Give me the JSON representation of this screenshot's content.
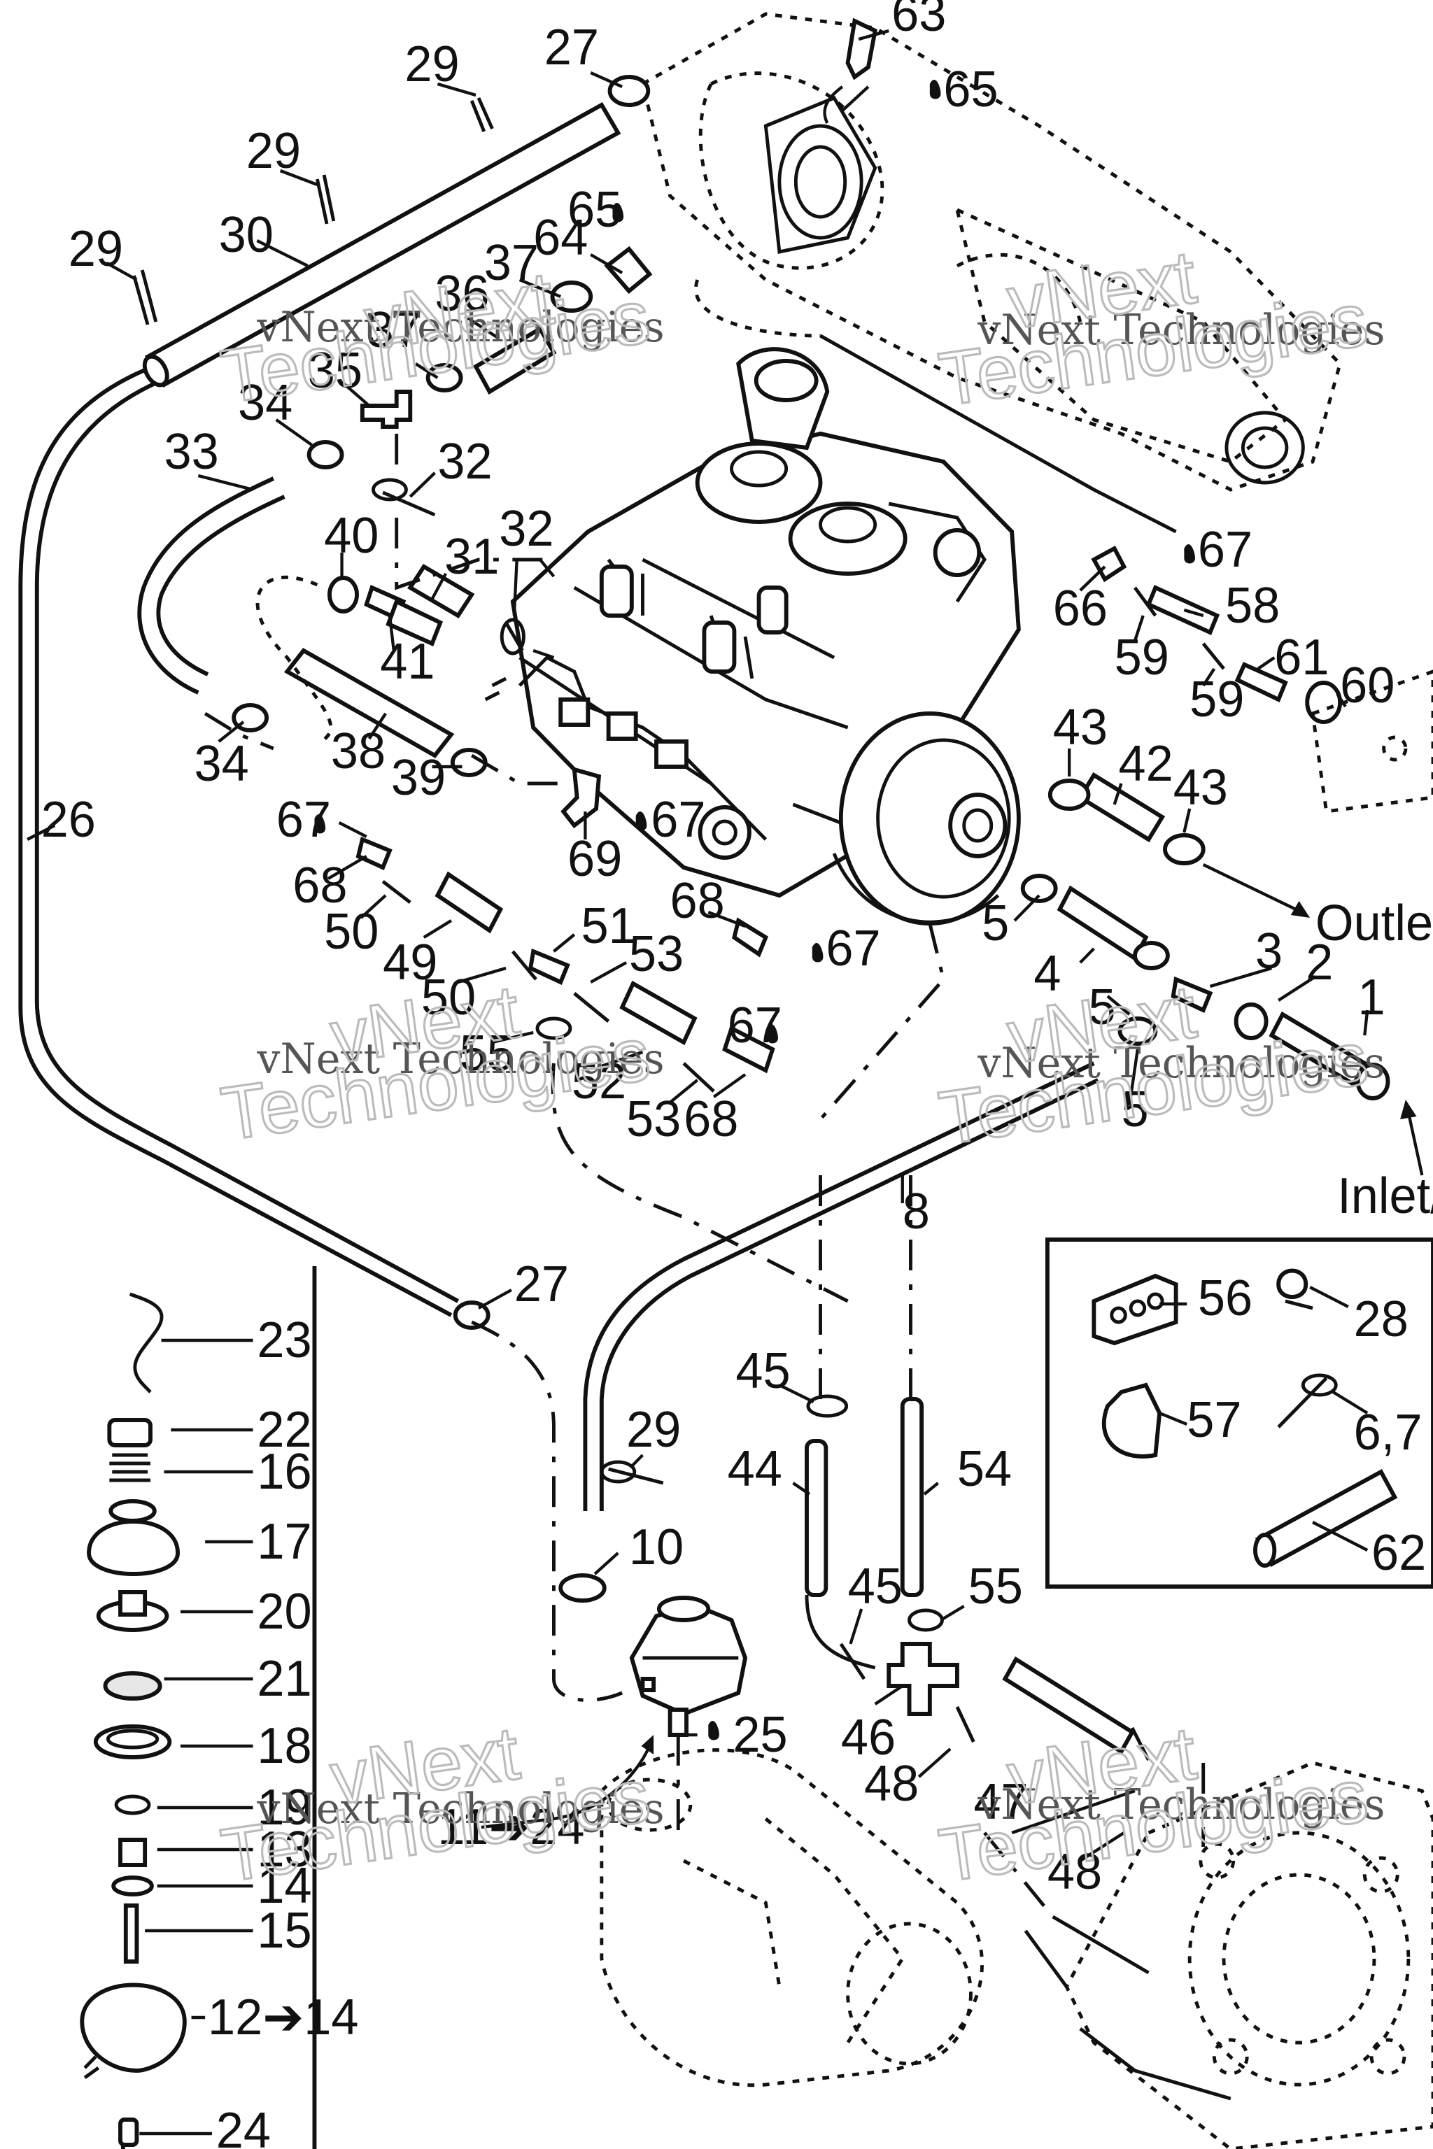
{
  "callouts": [
    {
      "text": "63"
    },
    {
      "text": "65"
    },
    {
      "text": "27"
    },
    {
      "text": "29"
    },
    {
      "text": "29"
    },
    {
      "text": "29"
    },
    {
      "text": "30"
    },
    {
      "text": "65"
    },
    {
      "text": "64"
    },
    {
      "text": "37"
    },
    {
      "text": "36"
    },
    {
      "text": "37"
    },
    {
      "text": "35"
    },
    {
      "text": "34"
    },
    {
      "text": "33"
    },
    {
      "text": "32"
    },
    {
      "text": "40"
    },
    {
      "text": "31"
    },
    {
      "text": "32"
    },
    {
      "text": "41"
    },
    {
      "text": "34"
    },
    {
      "text": "38"
    },
    {
      "text": "39"
    },
    {
      "text": "26"
    },
    {
      "text": "67"
    },
    {
      "text": "69"
    },
    {
      "text": "67"
    },
    {
      "text": "68"
    },
    {
      "text": "50"
    },
    {
      "text": "49"
    },
    {
      "text": "51"
    },
    {
      "text": "50"
    },
    {
      "text": "53"
    },
    {
      "text": "68"
    },
    {
      "text": "67"
    },
    {
      "text": "67"
    },
    {
      "text": "55"
    },
    {
      "text": "52"
    },
    {
      "text": "53"
    },
    {
      "text": "68"
    },
    {
      "text": "67"
    },
    {
      "text": "66"
    },
    {
      "text": "58"
    },
    {
      "text": "59"
    },
    {
      "text": "61"
    },
    {
      "text": "59"
    },
    {
      "text": "60"
    },
    {
      "text": "43"
    },
    {
      "text": "42"
    },
    {
      "text": "43"
    },
    {
      "text": "Outlet/S"
    },
    {
      "text": "5"
    },
    {
      "text": "4"
    },
    {
      "text": "3"
    },
    {
      "text": "2"
    },
    {
      "text": "5"
    },
    {
      "text": "1"
    },
    {
      "text": "5"
    },
    {
      "text": "Inlet/E"
    },
    {
      "text": "8"
    },
    {
      "text": "27"
    },
    {
      "text": "56"
    },
    {
      "text": "28"
    },
    {
      "text": "57"
    },
    {
      "text": "6,7"
    },
    {
      "text": "62"
    },
    {
      "text": "23"
    },
    {
      "text": "22"
    },
    {
      "text": "16"
    },
    {
      "text": "17"
    },
    {
      "text": "20"
    },
    {
      "text": "21"
    },
    {
      "text": "18"
    },
    {
      "text": "19"
    },
    {
      "text": "13"
    },
    {
      "text": "14"
    },
    {
      "text": "15"
    },
    {
      "text": "12➔14"
    },
    {
      "text": "24"
    },
    {
      "text": "45"
    },
    {
      "text": "29"
    },
    {
      "text": "44"
    },
    {
      "text": "54"
    },
    {
      "text": "10"
    },
    {
      "text": "45"
    },
    {
      "text": "55"
    },
    {
      "text": "25"
    },
    {
      "text": "46"
    },
    {
      "text": "48"
    },
    {
      "text": "47"
    },
    {
      "text": "48"
    },
    {
      "text": "11➔24"
    }
  ],
  "watermark": {
    "line1": "vNext Technologies",
    "line2a": "vNext",
    "line2b": "Technologies"
  }
}
